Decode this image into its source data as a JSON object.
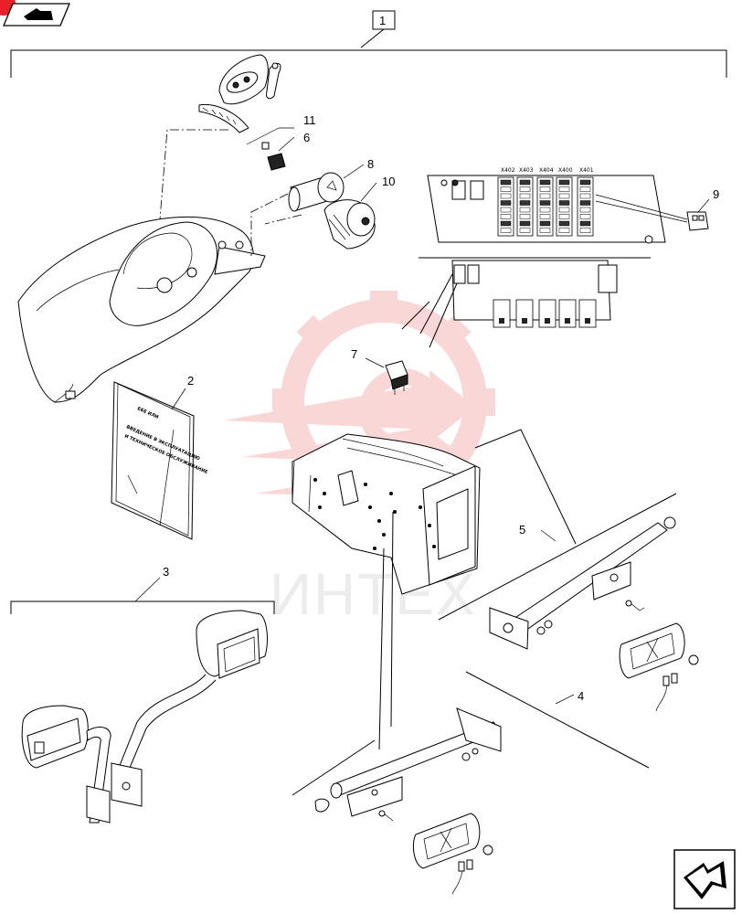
{
  "diagram": {
    "main_callout": "1",
    "callouts": [
      "2",
      "3",
      "4",
      "5",
      "6",
      "7",
      "8",
      "9",
      "10",
      "11"
    ],
    "fuse_headers": [
      "X402",
      "X403",
      "X404",
      "X400",
      "X401"
    ],
    "manual_cover_lines": [
      "ЕБЕ ИЛИ",
      "ВВЕДЕНИЕ В ЭКСПЛУАТАЦИЮ",
      "И ТЕХНИЧЕСКОЕ ОБСЛУЖИВАНИЕ"
    ],
    "watermark_text": "ИНТЕХ"
  },
  "controls": {
    "top_nav_icon": "previous-page-arrow-icon",
    "bottom_nav_icon": "next-page-arrow-icon"
  },
  "colors": {
    "line": "#000000",
    "watermark_logo": "#f7b8b8",
    "watermark_text": "#ececec",
    "corner_badge": "#e8202a"
  }
}
